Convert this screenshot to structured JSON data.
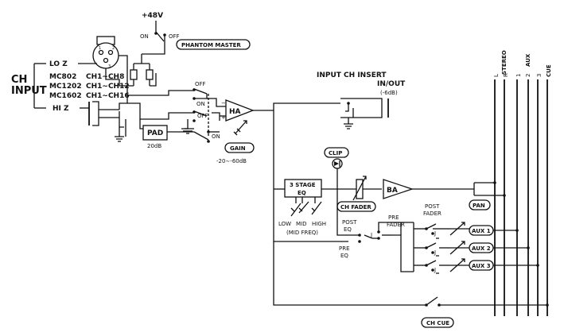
{
  "labels": {
    "v48": "+48V",
    "on_top": "ON",
    "off_top": "OFF",
    "phantom_master": "PHANTOM MASTER",
    "lo_z": "LO Z",
    "hi_z": "HI Z",
    "ch": "CH",
    "input": "INPUT",
    "models": [
      {
        "model": "MC802",
        "channels": "CH1∼CH8"
      },
      {
        "model": "MC1202",
        "channels": "CH1∼CH12"
      },
      {
        "model": "MC1602",
        "channels": "CH1∼CH16"
      }
    ],
    "off_a": "OFF",
    "on_a": "ON",
    "off_b": "OFF",
    "on_b": "ON",
    "pad": "PAD",
    "pad_db": "20dB",
    "ha": "HA",
    "gain": "GAIN",
    "gain_range": "-20∼-60dB",
    "insert_title": "INPUT CH INSERT",
    "insert_inout": "IN/OUT",
    "insert_db": "(-6dB)",
    "clip": "CLIP",
    "eq_title1": "3 STAGE",
    "eq_title2": "EQ",
    "eq_low": "LOW",
    "eq_mid": "MID",
    "eq_high": "HIGH",
    "eq_midfreq": "(MID FREQ)",
    "ch_fader": "CH FADER",
    "ba": "BA",
    "pan": "PAN",
    "post_eq1": "POST",
    "post_eq2": "EQ",
    "pre_eq1": "PRE",
    "pre_eq2": "EQ",
    "pre_fader1": "PRE",
    "pre_fader2": "FADER",
    "post_fader1": "POST",
    "post_fader2": "FADER",
    "aux1": "AUX 1",
    "aux2": "AUX 2",
    "aux3": "AUX 3",
    "ch_cue": "CH CUE",
    "bus_stereo": "STEREO",
    "bus_l": "L",
    "bus_r": "R",
    "bus_aux": "AUX",
    "bus_1": "1",
    "bus_2": "2",
    "bus_3": "3",
    "bus_cue": "CUE",
    "jumper": "J"
  }
}
